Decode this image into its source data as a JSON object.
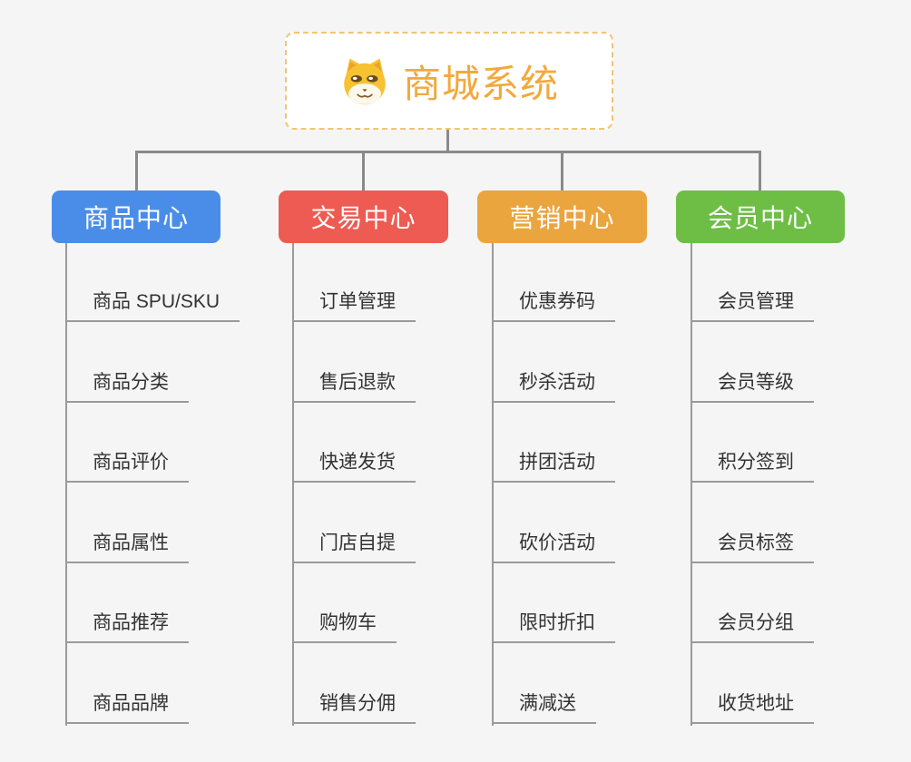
{
  "root": {
    "title": "商城系统",
    "icon": "doge-icon",
    "title_color": "#f2a93b",
    "border_color": "#f3c472"
  },
  "connector_color": "#8a8a8a",
  "underline_color": "#9a9a9a",
  "branches": [
    {
      "label": "商品中心",
      "color": "#4a8de9",
      "items": [
        "商品 SPU/SKU",
        "商品分类",
        "商品评价",
        "商品属性",
        "商品推荐",
        "商品品牌"
      ]
    },
    {
      "label": "交易中心",
      "color": "#ee5b52",
      "items": [
        "订单管理",
        "售后退款",
        "快递发货",
        "门店自提",
        "购物车",
        "销售分佣"
      ]
    },
    {
      "label": "营销中心",
      "color": "#eaa53e",
      "items": [
        "优惠券码",
        "秒杀活动",
        "拼团活动",
        "砍价活动",
        "限时折扣",
        "满减送"
      ]
    },
    {
      "label": "会员中心",
      "color": "#6ebe45",
      "items": [
        "会员管理",
        "会员等级",
        "积分签到",
        "会员标签",
        "会员分组",
        "收货地址"
      ]
    }
  ]
}
